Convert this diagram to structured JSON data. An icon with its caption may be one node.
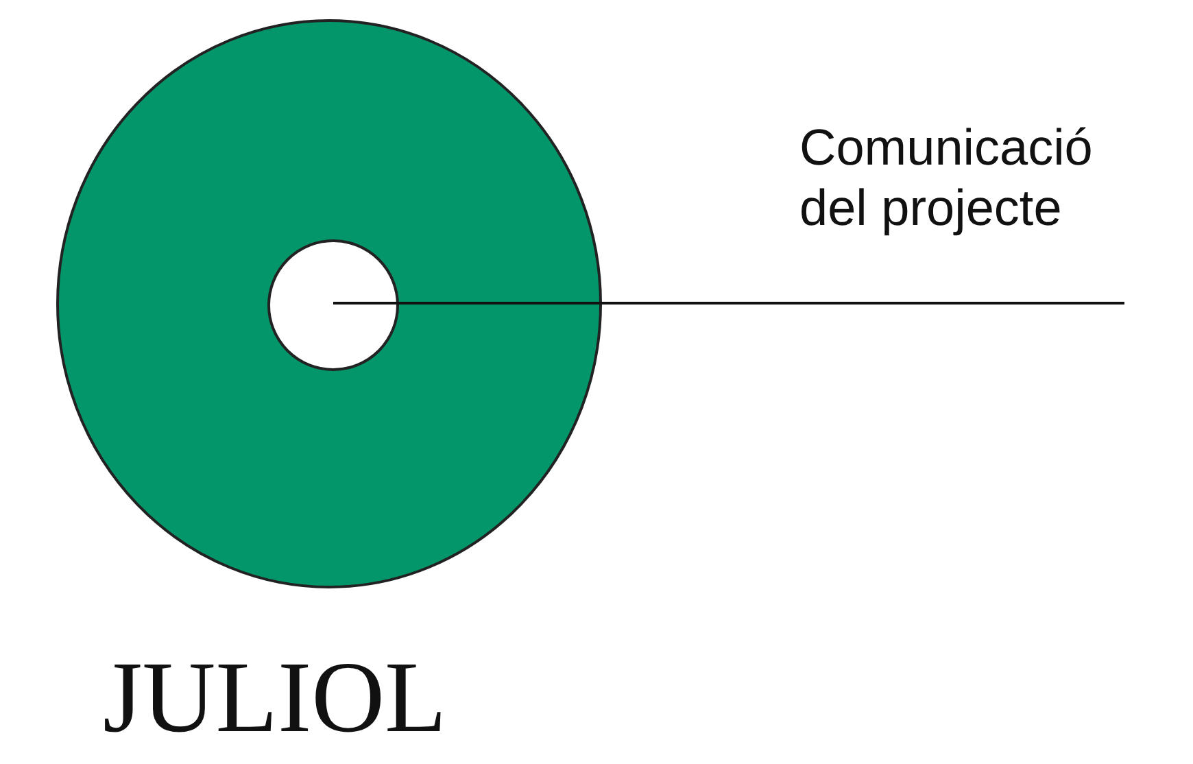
{
  "diagram": {
    "nodes": [
      {
        "text": [
          "Comunicació del projecte"
        ]
      },
      {
        "text": [],
        "shape": "circle",
        "beside": [
          "JULIOL"
        ]
      }
    ],
    "edges": [
      {
        "from": 0,
        "to": 1,
        "arrow": "none"
      }
    ]
  }
}
